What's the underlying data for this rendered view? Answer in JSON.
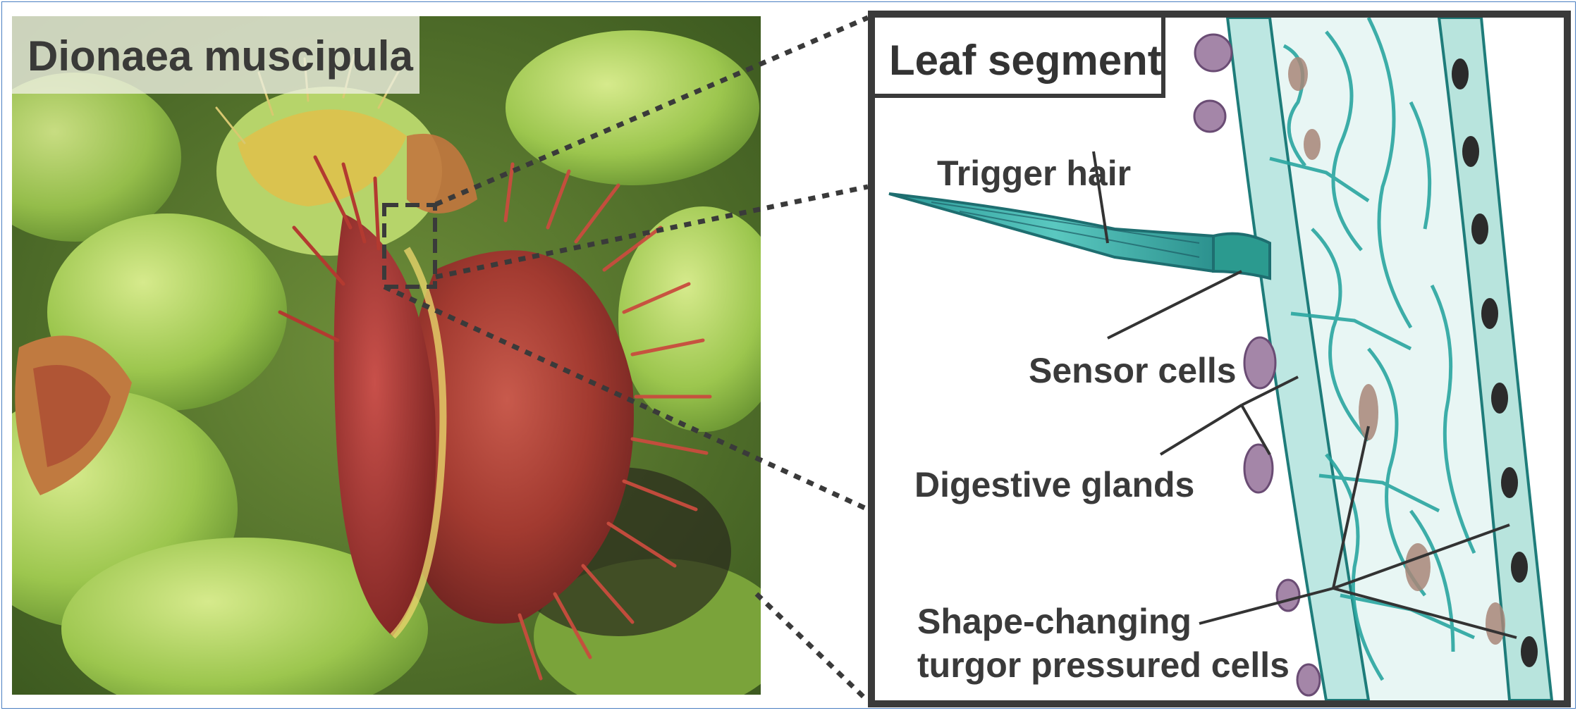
{
  "photo": {
    "title": "Dionaea muscipula"
  },
  "micrograph": {
    "title": "Leaf segment",
    "labels": {
      "trigger_hair": "Trigger hair",
      "sensor_cells": "Sensor cells",
      "digestive_glands": "Digestive glands",
      "shape_changing_line1": "Shape-changing",
      "shape_changing_line2": "turgor pressured cells"
    }
  },
  "colors": {
    "frame": "#4a7fc1",
    "panel_border": "#3a3a3a",
    "trap_red": "#b03a2e",
    "leaf_green": "#8fc04a",
    "stain_teal": "#3fb3ab"
  }
}
